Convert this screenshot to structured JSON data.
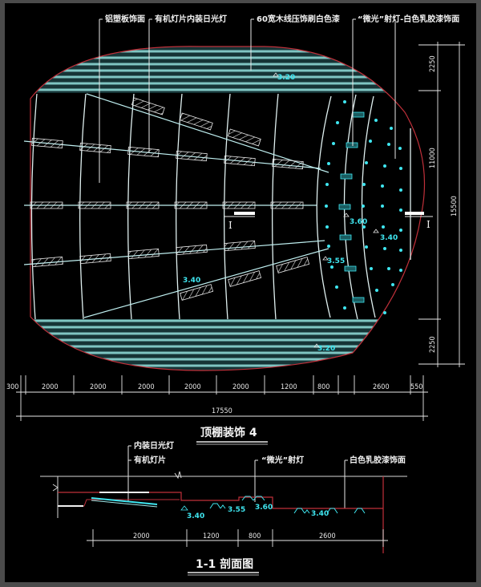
{
  "drawing": {
    "plan_title": "顶棚装饰 4",
    "section_title": "1-1 剖面图",
    "section_marker": "I",
    "colors": {
      "background": "#000000",
      "frame": "#4b4b4b",
      "outline_red": "#c0303a",
      "cyan": "#3fe6f0",
      "stripe": "#6fb7b5",
      "white": "#e8e8e8"
    }
  },
  "plan": {
    "callouts": [
      {
        "id": "aluminum-panel",
        "text": "铝塑板饰面"
      },
      {
        "id": "organic-lamp",
        "text": "有机灯片内装日光灯"
      },
      {
        "id": "wood-strip",
        "text": "60宽木线压饰刷白色漆"
      },
      {
        "id": "spotlight",
        "text": "“微光”射灯-白色乳胶漆饰面"
      }
    ],
    "elevations": [
      {
        "id": "top-stripes",
        "text": "3.20"
      },
      {
        "id": "bottom-stripes",
        "text": "3.20"
      },
      {
        "id": "left-grid",
        "text": "3.40"
      },
      {
        "id": "inner-ring",
        "text": "3.55"
      },
      {
        "id": "mid-ring",
        "text": "3.60"
      },
      {
        "id": "right-zone",
        "text": "3.40"
      }
    ],
    "horizontal_dims": [
      "300",
      "2000",
      "2000",
      "2000",
      "2000",
      "2000",
      "1200",
      "800",
      "2600",
      "550"
    ],
    "overall_width": "17550",
    "vertical_dims": [
      "2250",
      "11000",
      "2250"
    ],
    "overall_height": "15500"
  },
  "section": {
    "callouts": [
      {
        "id": "fluorescent",
        "text": "内装日光灯"
      },
      {
        "id": "organic-sheet",
        "text": "有机灯片"
      },
      {
        "id": "spotlight",
        "text": "“微光”射灯"
      },
      {
        "id": "latex-paint",
        "text": "白色乳胶漆饰面"
      }
    ],
    "elevations": [
      "3.40",
      "3.55",
      "3.60",
      "3.40"
    ],
    "dims": [
      "2000",
      "1200",
      "800",
      "2600"
    ]
  }
}
